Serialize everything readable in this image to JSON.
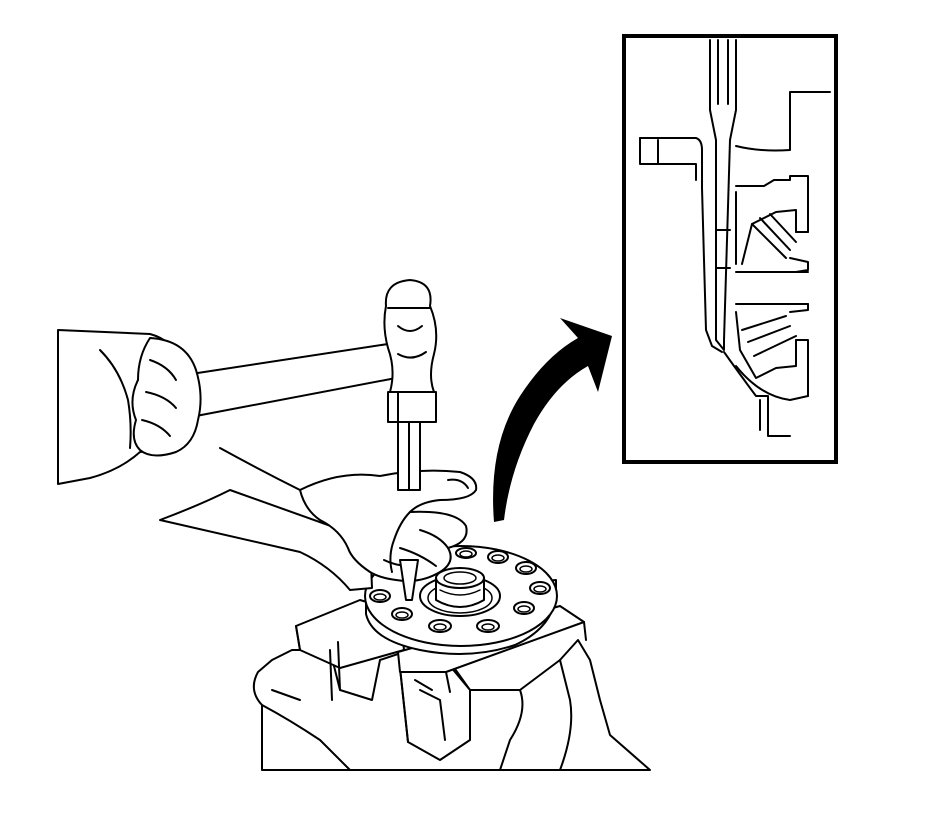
{
  "figure": {
    "background": "#ffffff",
    "line_color": "#000000",
    "parts": [
      {
        "id": "hand-right",
        "icon": "hand-icon"
      },
      {
        "id": "hammer",
        "icon": "hammer-icon"
      },
      {
        "id": "hand-left",
        "icon": "hand-icon"
      },
      {
        "id": "punch",
        "icon": "punch-icon"
      },
      {
        "id": "differential-case",
        "icon": "gear-flange-icon"
      },
      {
        "id": "vise",
        "icon": "vise-icon"
      },
      {
        "id": "arrow",
        "icon": "curved-arrow-icon"
      },
      {
        "id": "inset-detail",
        "icon": "magnified-detail-icon"
      }
    ]
  }
}
